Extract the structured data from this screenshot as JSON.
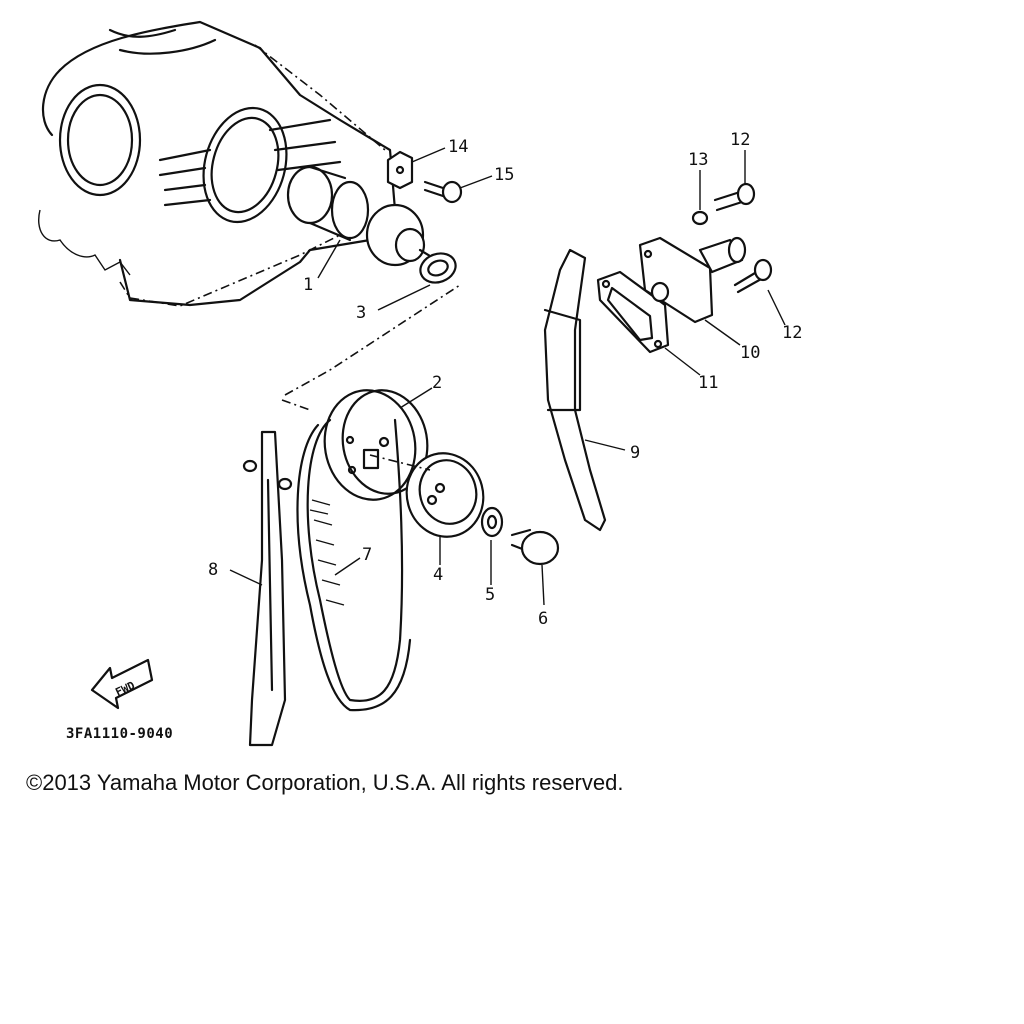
{
  "diagram": {
    "callouts": {
      "p1": "1",
      "p2": "2",
      "p3": "3",
      "p4": "4",
      "p5": "5",
      "p6": "6",
      "p7": "7",
      "p8": "8",
      "p9": "9",
      "p10": "10",
      "p11": "11",
      "p12a": "12",
      "p12b": "12",
      "p13": "13",
      "p14": "14",
      "p15": "15"
    },
    "fwd_label": "FWD",
    "drawing_code": "3FA1110-9040"
  },
  "footer": {
    "copyright": "©2013 Yamaha Motor Corporation, U.S.A. All rights reserved."
  }
}
